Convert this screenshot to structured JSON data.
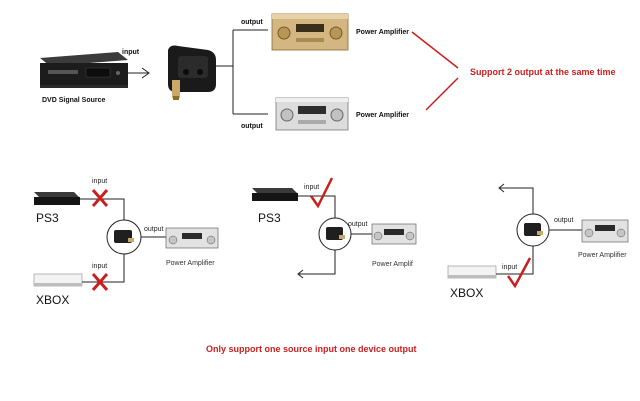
{
  "top": {
    "dvd_label": "DVD Signal Source",
    "input_label": "input",
    "output_top_label": "output",
    "output_bottom_label": "output",
    "amp_top_label": "Power Amplifier",
    "amp_bottom_label": "Power Amplifier",
    "callout": "Support 2 output at the same time"
  },
  "scenario1": {
    "input_top": "input",
    "input_bottom": "input",
    "output": "output",
    "src_top": "PS3",
    "src_bottom": "XBOX",
    "amp": "Power Amplifier"
  },
  "scenario2": {
    "input": "input",
    "output": "output",
    "src": "PS3",
    "amp": "Power Amplif"
  },
  "scenario3": {
    "input": "input",
    "output": "output",
    "src": "XBOX",
    "amp": "Power Amplifier"
  },
  "footer": {
    "note": "Only support one source input one device output"
  },
  "colors": {
    "accent_red": "#c8201f",
    "line": "#222222",
    "gold": "#c9a86a"
  }
}
